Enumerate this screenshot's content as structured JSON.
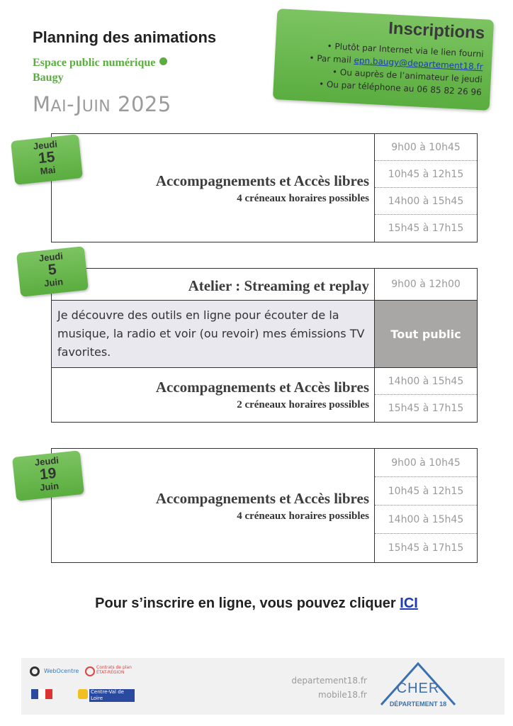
{
  "header": {
    "title": "Planning des animations",
    "venue_line1": "Espace public numérique",
    "venue_line2": "Baugy",
    "period_M": "M",
    "period_ai": "AI",
    "period_dash": "-J",
    "period_uin": "UIN",
    "period_year": " 2025"
  },
  "inscriptions": {
    "title": "Inscriptions",
    "line1": "• Plutôt par Internet via le lien fourni",
    "line2_prefix": "• Par mail ",
    "email": "epn.baugy@departement18.fr",
    "line3": "• Ou auprès de l’animateur le jeudi",
    "line4": "• Ou par téléphone au 06 85 82 26 96"
  },
  "days": [
    {
      "name": "Jeudi",
      "num": "15",
      "month": "Mai"
    },
    {
      "name": "Jeudi",
      "num": "5",
      "month": "Juin"
    },
    {
      "name": "Jeudi",
      "num": "19",
      "month": "Juin"
    }
  ],
  "blocks": [
    {
      "activity": "Accompagnements et Accès libres",
      "sub": "4 créneaux horaires possibles",
      "slots": [
        "9h00 à 10h45",
        "10h45 à 12h15",
        "14h00 à 15h45",
        "15h45 à 17h15"
      ]
    },
    {
      "atelier": "Atelier : Streaming et replay",
      "atelier_slot": "9h00 à 12h00",
      "description": "Je découvre des outils en ligne pour écouter de la musique, la radio et voir (ou revoir) mes émissions TV favorites.",
      "audience": "Tout public",
      "activity": "Accompagnements et Accès libres",
      "sub": "2 créneaux horaires possibles",
      "slots": [
        "14h00 à 15h45",
        "15h45 à 17h15"
      ]
    },
    {
      "activity": "Accompagnements et Accès libres",
      "sub": "4 créneaux horaires possibles",
      "slots": [
        "9h00 à 10h45",
        "10h45 à 12h15",
        "14h00 à 15h45",
        "15h45 à 17h15"
      ]
    }
  ],
  "cta": {
    "text": "Pour s’inscrire en ligne, vous pouvez cliquer ",
    "link": "ICI"
  },
  "footer": {
    "link1": "departement18.fr",
    "link2": "mobile18.fr",
    "cher_name": "CHER",
    "cher_sub": "DÉPARTEMENT 18",
    "logo_web": "WebOcentre",
    "logo_contrat": "Contrats de plan ÉTAT-RÉGION",
    "logo_region": "Centre-Val de Loire"
  },
  "colors": {
    "green": "#5aad3f",
    "grey_text": "#9a9a9a",
    "link_blue": "#1d3bb3",
    "public_bg": "#a9a6a6"
  }
}
